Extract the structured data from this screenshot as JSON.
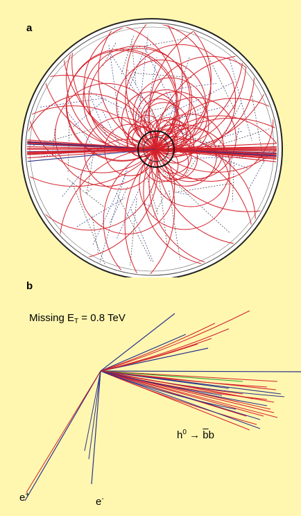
{
  "panel_a": {
    "label": "a"
  },
  "panel_b": {
    "label": "b",
    "missing_et": {
      "prefix": "Missing E",
      "sub": "T",
      "suffix": " = 0.8 TeV"
    },
    "decay": {
      "h": "h",
      "h_sup": "0",
      "arrow": " → ",
      "bbar": "b",
      "b": "b"
    },
    "e_plus": {
      "base": "e",
      "sup": "+"
    },
    "e_minus": {
      "base": "e",
      "sup": "-"
    }
  },
  "colors": {
    "background": "#fff7b0",
    "track_red": "#d4202a",
    "track_blue": "#28308a",
    "track_green": "#2aa12a",
    "detector_fill": "#ffffff",
    "detector_ring": "#222222"
  }
}
